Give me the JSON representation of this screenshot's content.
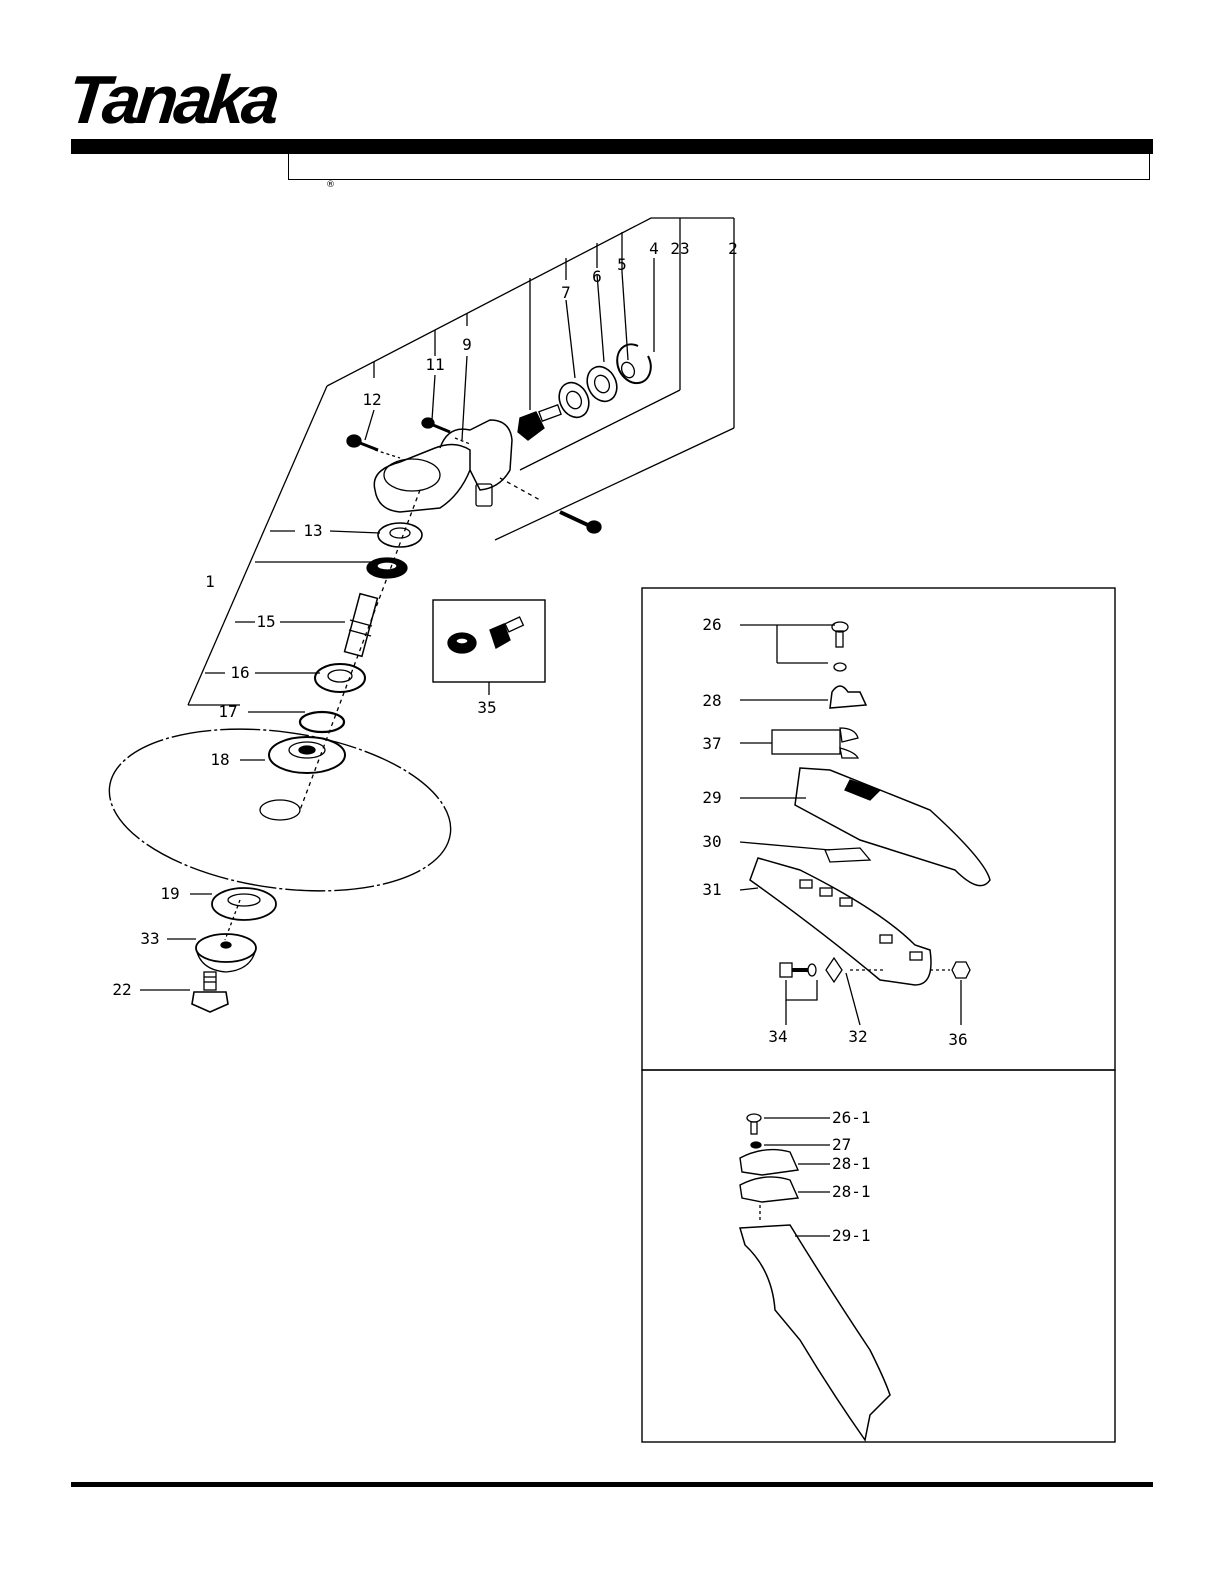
{
  "brand": {
    "logo_text": "Tanaka",
    "registered_mark": "®"
  },
  "header": {
    "title_bar": ""
  },
  "callouts": {
    "p1": "1",
    "p2": "2",
    "p4": "4",
    "p5": "5",
    "p6": "6",
    "p7": "7",
    "p9": "9",
    "p11": "11",
    "p12": "12",
    "p13": "13",
    "p15": "15",
    "p16": "16",
    "p17": "17",
    "p18": "18",
    "p19": "19",
    "p22": "22",
    "p23": "23",
    "p26": "26",
    "p26_1": "26-1",
    "p27": "27",
    "p28": "28",
    "p28_1a": "28-1",
    "p28_1b": "28-1",
    "p29": "29",
    "p29_1": "29-1",
    "p30": "30",
    "p31": "31",
    "p32": "32",
    "p33": "33",
    "p34": "34",
    "p35": "35",
    "p36": "36",
    "p37": "37"
  }
}
